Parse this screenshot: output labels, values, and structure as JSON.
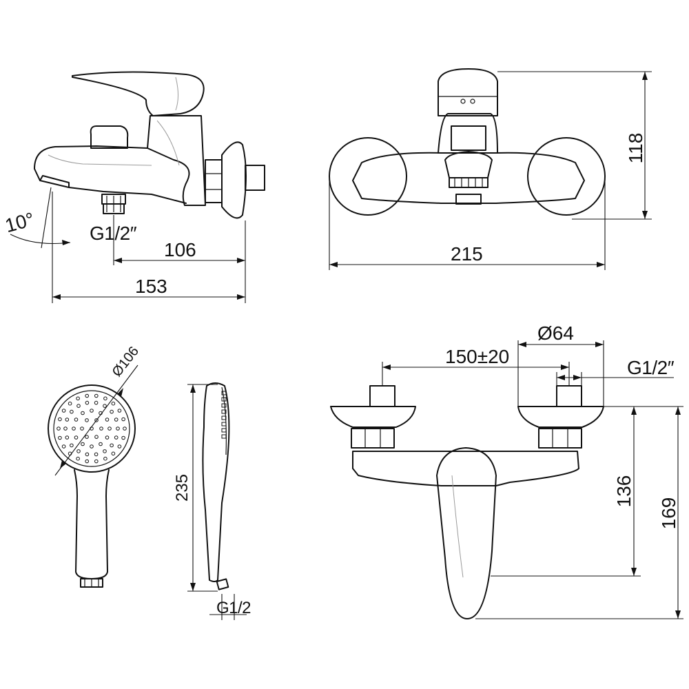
{
  "dimensions": {
    "angle": "10°",
    "inlet_thread_side": "G1/2″",
    "spout_reach": "106",
    "total_depth": "153",
    "height_front": "118",
    "width_front": "215",
    "flange_diameter": "Ø64",
    "inlet_spacing": "150±20",
    "inlet_thread_bottom": "G1/2″",
    "height_lever": "136",
    "height_total": "169",
    "shower_head_diameter": "Ø106",
    "shower_length": "235",
    "shower_thread": "G1/2"
  }
}
